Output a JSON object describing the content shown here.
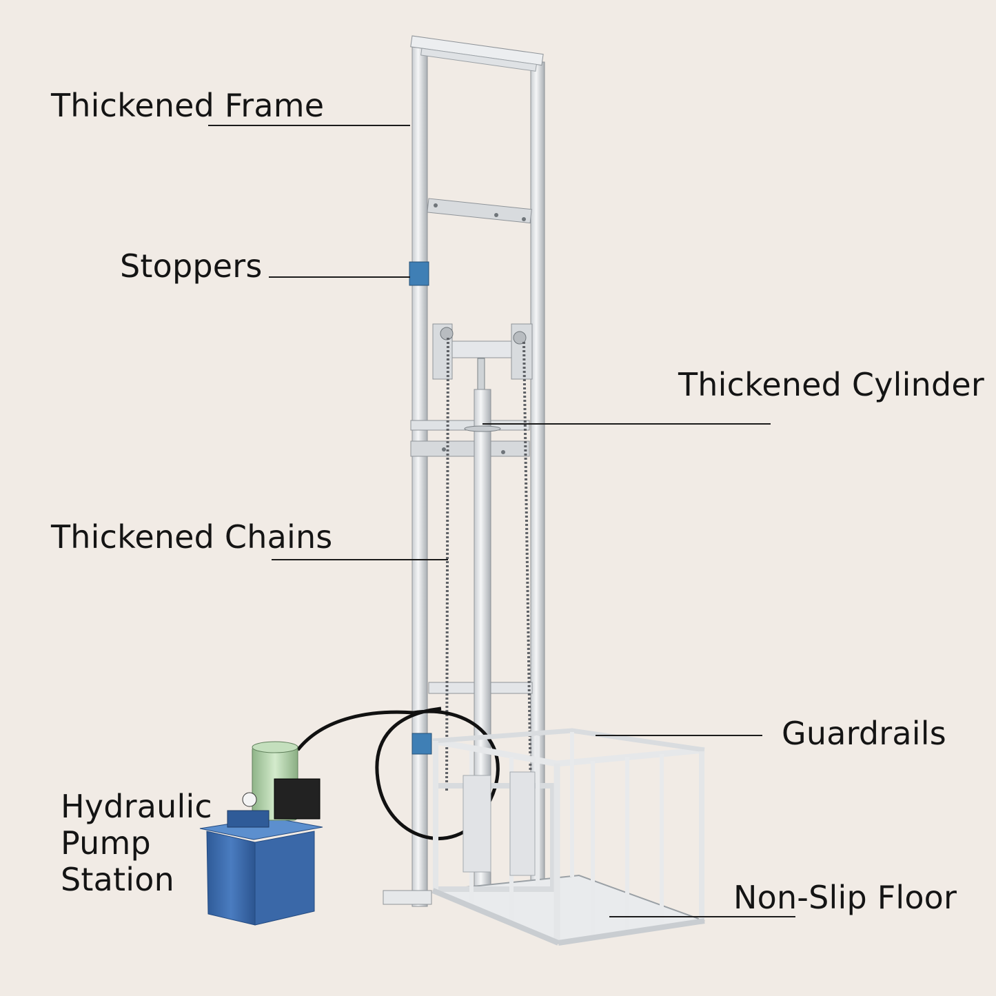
{
  "labels": {
    "thickened_frame": "Thickened Frame",
    "stoppers": "Stoppers",
    "thickened_cylinder": "Thickened Cylinder",
    "thickened_chains": "Thickened Chains",
    "guardrails": "Guardrails",
    "hydraulic_pump_station": "Hydraulic\nPump\nStation",
    "non_slip_floor": "Non-Slip Floor"
  },
  "colors": {
    "background": "#f1ebe5",
    "frame": "#e9eaec",
    "frame_shadow": "#9ea3a8",
    "stopper_blue": "#3f7fb5",
    "pump_tank": "#3f6fb3",
    "pump_motor": "#b9d6b1",
    "hose": "#111111"
  }
}
